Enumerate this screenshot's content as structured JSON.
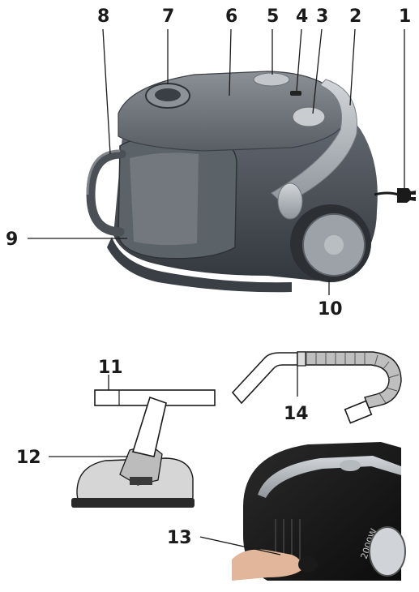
{
  "callouts": {
    "c1": "1",
    "c2": "2",
    "c3": "3",
    "c4": "4",
    "c5": "5",
    "c6": "6",
    "c7": "7",
    "c8": "8",
    "c9": "9",
    "c10": "10",
    "c11": "11",
    "c12": "12",
    "c13": "13",
    "c14": "14"
  },
  "photo": {
    "power_badge": "2000W"
  },
  "colors": {
    "body": "#4a5058",
    "lid": "#6d7379",
    "handle_silver": "#b3b8bd",
    "ink": "#1a1a1a"
  },
  "parts": [
    "power-cord-icon",
    "carry-handle-icon",
    "power-button-icon",
    "cord-rewind-icon",
    "top-cover-icon",
    "hose-inlet-icon",
    "dust-container-handle-icon",
    "dust-container-icon",
    "rear-wheel-icon",
    "extension-tube-icon",
    "floor-brush-icon",
    "hose-icon"
  ]
}
